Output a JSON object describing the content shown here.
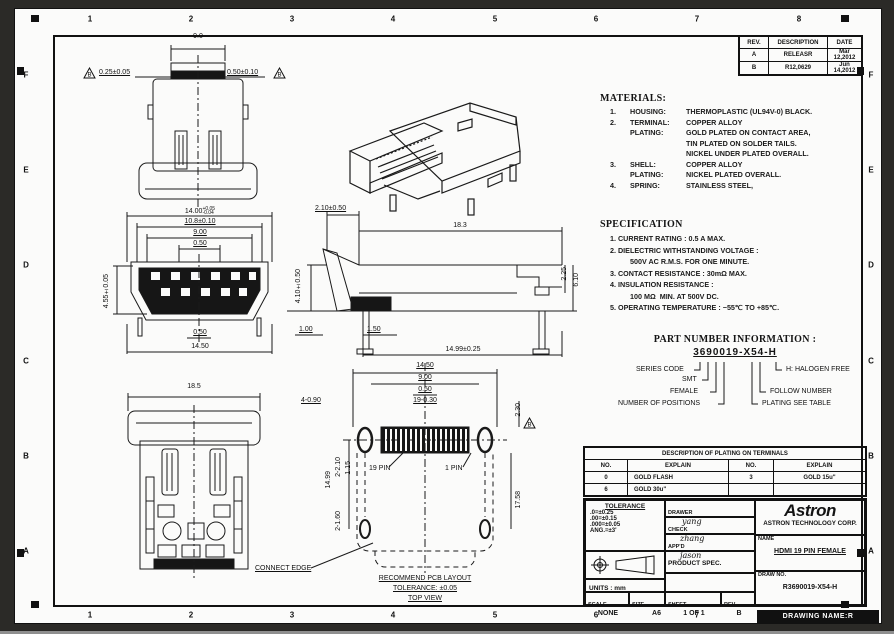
{
  "sheet": {
    "zone_cols": [
      "1",
      "2",
      "3",
      "4",
      "5",
      "6",
      "7",
      "8"
    ],
    "zone_rows": [
      "F",
      "E",
      "D",
      "C",
      "B",
      "A"
    ],
    "drawing_name_strip": "DRAWING NAME:R"
  },
  "revision_table": {
    "headers": [
      "REV.",
      "DESCRIPTION",
      "DATE"
    ],
    "rows": [
      {
        "rev": "A",
        "description": "RELEASR",
        "date": "Mar 12,2012"
      },
      {
        "rev": "B",
        "description": "R12,0629",
        "date": "Jun 14,2012"
      }
    ]
  },
  "materials": {
    "title": "MATERIALS:",
    "lines": [
      {
        "no": "1.",
        "label": "HOUSING:",
        "text": "THERMOPLASTIC (UL94V-0) BLACK."
      },
      {
        "no": "2.",
        "label": "TERMINAL:",
        "text": "COPPER ALLOY"
      },
      {
        "no": "",
        "label": "PLATING:",
        "text": "GOLD PLATED ON CONTACT AREA,"
      },
      {
        "no": "",
        "label": "",
        "text": "TIN PLATED ON SOLDER TAILS."
      },
      {
        "no": "",
        "label": "",
        "text": "NICKEL UNDER PLATED OVERALL."
      },
      {
        "no": "3.",
        "label": "SHELL:",
        "text": "COPPER ALLOY"
      },
      {
        "no": "",
        "label": "PLATING:",
        "text": "NICKEL PLATED OVERALL."
      },
      {
        "no": "4.",
        "label": "SPRING:",
        "text": "STAINLESS STEEL,"
      }
    ]
  },
  "specification": {
    "title": "SPECIFICATION",
    "lines": [
      "1. CURRENT RATING : 0.5 A MAX.",
      "2. DIELECTRIC WITHSTANDING VOLTAGE :",
      "          500V AC R.M.S. FOR ONE MINUTE.",
      "3. CONTACT RESISTANCE : 30mΩ MAX.",
      "4. INSULATION RESISTANCE :",
      "          100 MΩ  MIN. AT 500V DC.",
      "5. OPERATING TEMPERATURE : −55℃ TO +85℃."
    ]
  },
  "part_number": {
    "title": "PART NUMBER INFORMATION :",
    "number": "3690019-X54-H",
    "callout_series": "SERIES CODE",
    "callout_smt": "SMT",
    "callout_female": "FEMALE",
    "callout_positions": "NUMBER OF POSITIONS",
    "callout_halogen": "H: HALOGEN FREE",
    "callout_follow": "FOLLOW NUMBER",
    "callout_plating": "PLATING SEE TABLE"
  },
  "plating_table": {
    "title": "DESCRIPTION OF PLATING ON TERMINALS",
    "headers": [
      "NO.",
      "EXPLAIN",
      "NO.",
      "EXPLAIN"
    ],
    "rows": [
      [
        "0",
        "GOLD FLASH",
        "3",
        "GOLD 15u\""
      ],
      [
        "6",
        "GOLD 30u\"",
        "",
        ""
      ]
    ]
  },
  "title_block": {
    "tolerance_title": "TOLERANCE",
    "tol1": ".0=±0.25",
    "tol2": ".00=±0.15",
    "tol3": ".000=±0.05",
    "tol4": "ANG.=±3'",
    "drawer_label": "DRAWER",
    "drawer_sign": "yang",
    "check_label": "CHECK",
    "check_sign": "zhang",
    "appd_label": "APP'D",
    "appd_sign": "jason",
    "product_spec_label": "PRODUCT SPEC.",
    "product_spec_value": "—",
    "logo": "Astron",
    "company": "ASTRON TECHNOLOGY CORP.",
    "name_label": "NAME",
    "name_value": "HDMI 19 PIN FEMALE",
    "draw_no_label": "DRAW NO.",
    "draw_no_value": "R3690019-X54-H",
    "units": "UNITS : mm",
    "scale_label": "SCALE",
    "scale_value": "NONE",
    "size_label": "SIZE",
    "size_value": "A6",
    "sheet_label": "SHEET",
    "sheet_value": "1 OF 1",
    "rev_label": "REV.",
    "rev_value": "B"
  },
  "views": {
    "top": {
      "dim_width": "9.0",
      "dim_left": "0.25±0.05",
      "dim_right": "0.50±0.10",
      "flag": "B"
    },
    "front": {
      "d1": "14.00",
      "d1_tol_up": "+0.05",
      "d1_tol_dn": "-0.04",
      "d2": "10.8±0.10",
      "d3": "9.00",
      "d4": "0.50",
      "d_left": "4.55±0.05",
      "d_bot1": "0.50",
      "d_bot2": "14.50"
    },
    "bottom": {
      "d1": "18.5"
    },
    "side": {
      "d1": "2.10±0.50",
      "d2": "18.3",
      "d_left": "4.10±0.50",
      "d_r1": "2.25",
      "d_r2": "6.10",
      "d_b1": "1.00",
      "d_b2": "1.50",
      "d_b3": "14.99±0.25"
    },
    "pcb": {
      "d1": "14.50",
      "d2": "9.00",
      "d3": "0.50",
      "d4": "19-0.30",
      "d5": "4-0.90",
      "d6": "2.30",
      "flag": "B",
      "pin19": "19 PIN",
      "pin1": "1 PIN",
      "dl1": "14.99",
      "dl2": "2-2.10",
      "dl3": "1.15",
      "dl4": "2-1.60",
      "dr1": "17.58",
      "connect_edge": "CONNECT EDGE",
      "note1": "RECOMMEND PCB LAYOUT",
      "note2": "TOLERANCE: ±0.05",
      "note3": "TOP VIEW"
    }
  }
}
